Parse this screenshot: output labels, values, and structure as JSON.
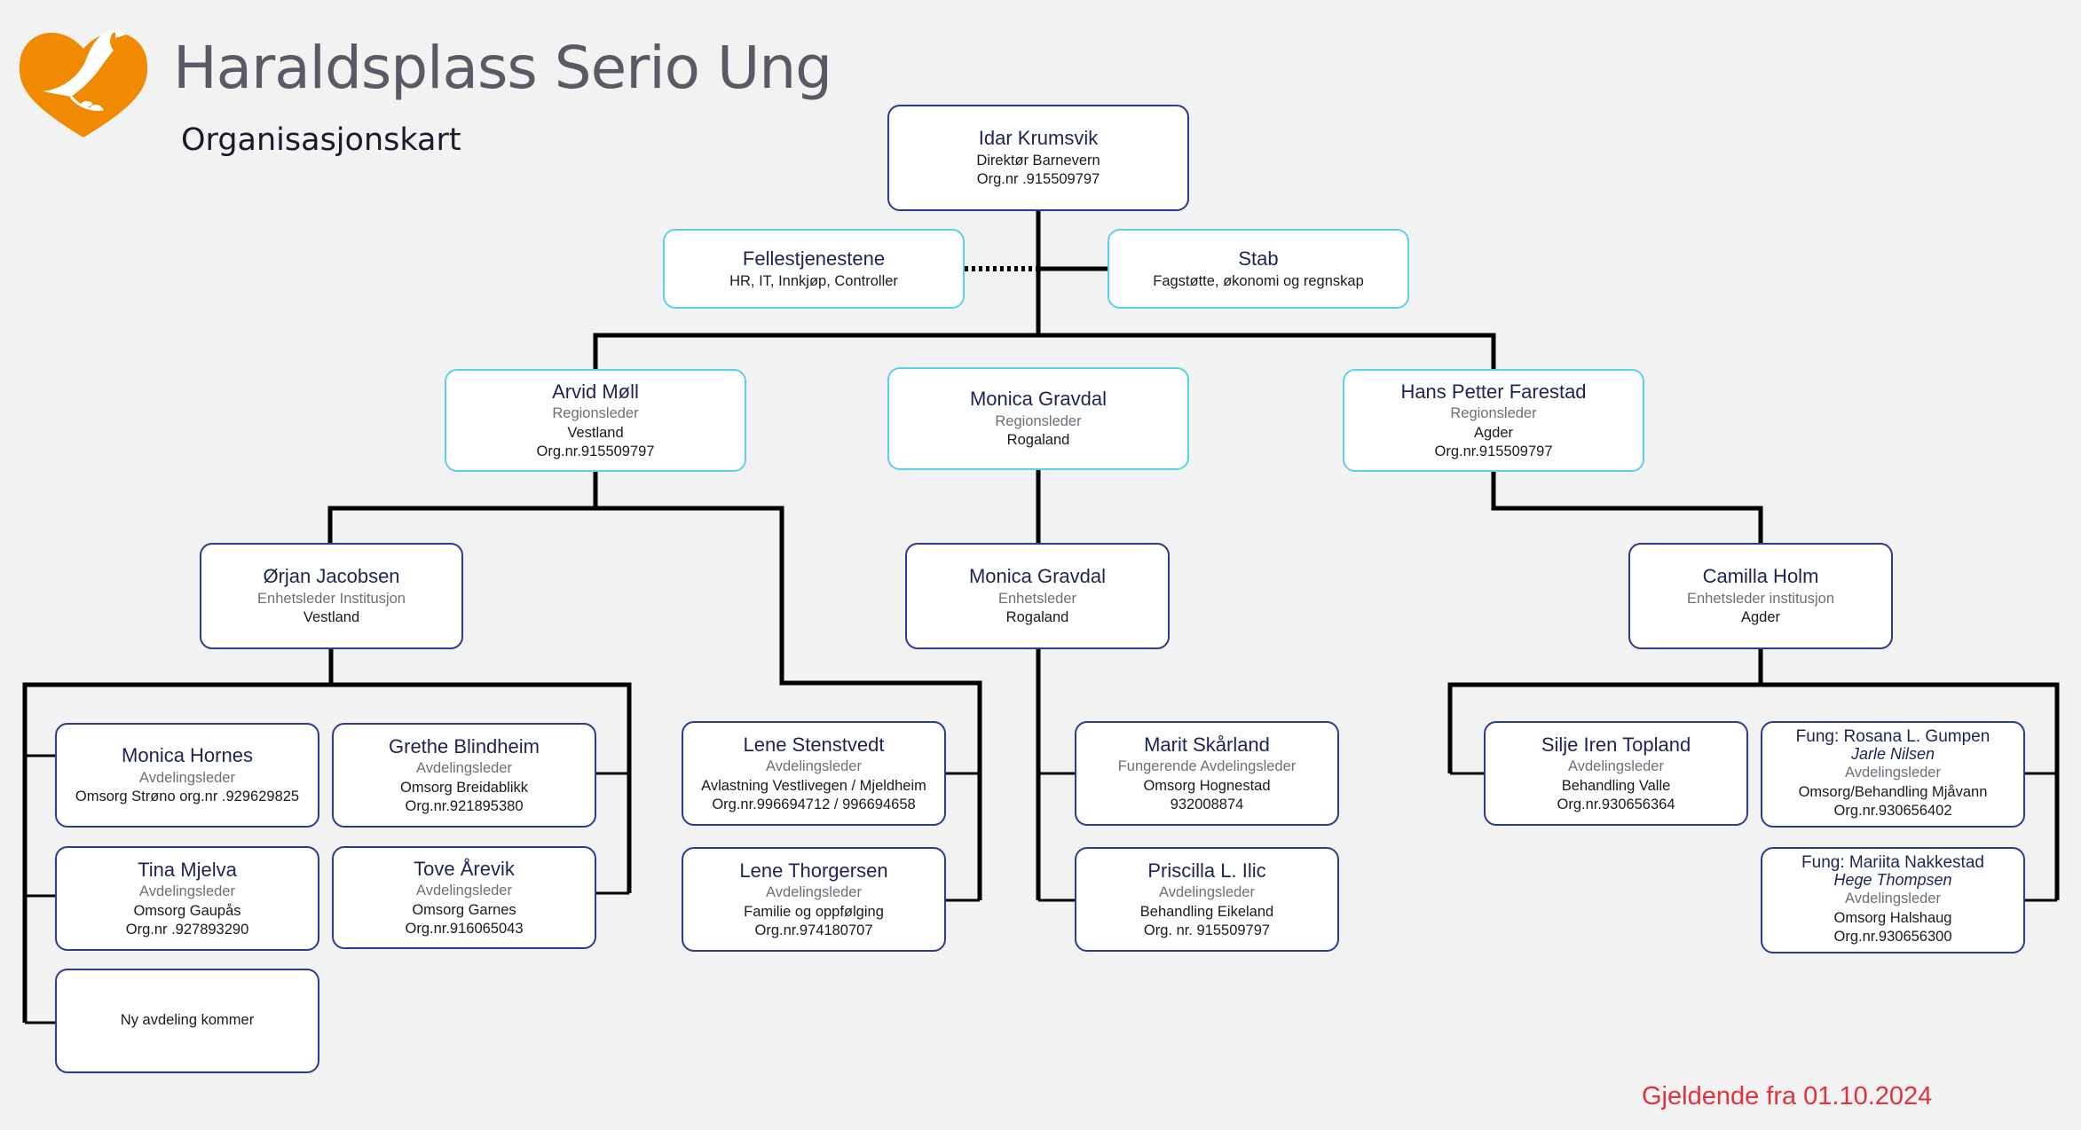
{
  "header": {
    "title": "Haraldsplass Serio Ung",
    "subtitle": "Organisasjonskart"
  },
  "colors": {
    "logo": "#f08a00",
    "line": "#000000",
    "navy_border": "#2b3b8f",
    "cyan_border": "#5ad1e8",
    "footer": "#e0343d"
  },
  "icons": {
    "logo": "dove-heart-logo"
  },
  "chart": {
    "director": {
      "name": "Idar Krumsvik",
      "role": "Direktør Barnevern",
      "detail": "Org.nr .915509797"
    },
    "felles": {
      "name": "Fellestjenestene",
      "detail": "HR, IT, Innkjøp, Controller"
    },
    "stab": {
      "name": "Stab",
      "detail": "Fagstøtte, økonomi og regnskap"
    },
    "reg_vest": {
      "name": "Arvid Møll",
      "role": "Regionsleder",
      "detail1": "Vestland",
      "detail2": "Org.nr.915509797"
    },
    "reg_rog": {
      "name": "Monica Gravdal",
      "role": "Regionsleder",
      "detail1": "Rogaland"
    },
    "reg_agder": {
      "name": "Hans Petter Farestad",
      "role": "Regionsleder",
      "detail1": "Agder",
      "detail2": "Org.nr.915509797"
    },
    "enh_vest": {
      "name": "Ørjan Jacobsen",
      "role": "Enhetsleder Institusjon",
      "detail1": "Vestland"
    },
    "enh_rog": {
      "name": "Monica Gravdal",
      "role": "Enhetsleder",
      "detail1": "Rogaland"
    },
    "enh_agder": {
      "name": "Camilla Holm",
      "role": "Enhetsleder institusjon",
      "detail1": "Agder"
    },
    "avd_hornes": {
      "name": "Monica Hornes",
      "role": "Avdelingsleder",
      "detail1": "Omsorg Strøno  org.nr .929629825"
    },
    "avd_blindheim": {
      "name": "Grethe Blindheim",
      "role": "Avdelingsleder",
      "detail1": "Omsorg Breidablikk",
      "detail2": "Org.nr.921895380"
    },
    "avd_mjelva": {
      "name": "Tina Mjelva",
      "role": "Avdelingsleder",
      "detail1": "Omsorg Gaupås",
      "detail2": "Org.nr .927893290"
    },
    "avd_arevik": {
      "name": "Tove Årevik",
      "role": "Avdelingsleder",
      "detail1": "Omsorg Garnes",
      "detail2": "Org.nr.916065043"
    },
    "avd_ny": {
      "detail1": "Ny avdeling kommer"
    },
    "avd_stenstvedt": {
      "name": "Lene Stenstvedt",
      "role": "Avdelingsleder",
      "detail1": "Avlastning Vestlivegen / Mjeldheim",
      "detail2": "Org.nr.996694712 / 996694658"
    },
    "avd_thorgersen": {
      "name": "Lene Thorgersen",
      "role": "Avdelingsleder",
      "detail1": "Familie og oppfølging",
      "detail2": "Org.nr.974180707"
    },
    "avd_skarland": {
      "name": "Marit Skårland",
      "role": "Fungerende Avdelingsleder",
      "detail1": "Omsorg Hognestad",
      "detail2": "932008874"
    },
    "avd_ilic": {
      "name": "Priscilla L. Ilic",
      "role": "Avdelingsleder",
      "detail1": "Behandling Eikeland",
      "detail2": "Org. nr.  915509797"
    },
    "avd_topland": {
      "name": "Silje Iren Topland",
      "role": "Avdelingsleder",
      "detail1": "Behandling Valle",
      "detail2": "Org.nr.930656364"
    },
    "avd_gumpen": {
      "name": "Fung: Rosana  L. Gumpen",
      "name2": "Jarle Nilsen",
      "role": "Avdelingsleder",
      "detail1": "Omsorg/Behandling Mjåvann",
      "detail2": "Org.nr.930656402"
    },
    "avd_nakkestad": {
      "name": "Fung: Mariita Nakkestad",
      "name2": "Hege Thompsen",
      "role": "Avdelingsleder",
      "detail1": "Omsorg Halshaug",
      "detail2": "Org.nr.930656300"
    }
  },
  "footer": {
    "effective_date": "Gjeldende fra 01.10.2024"
  }
}
